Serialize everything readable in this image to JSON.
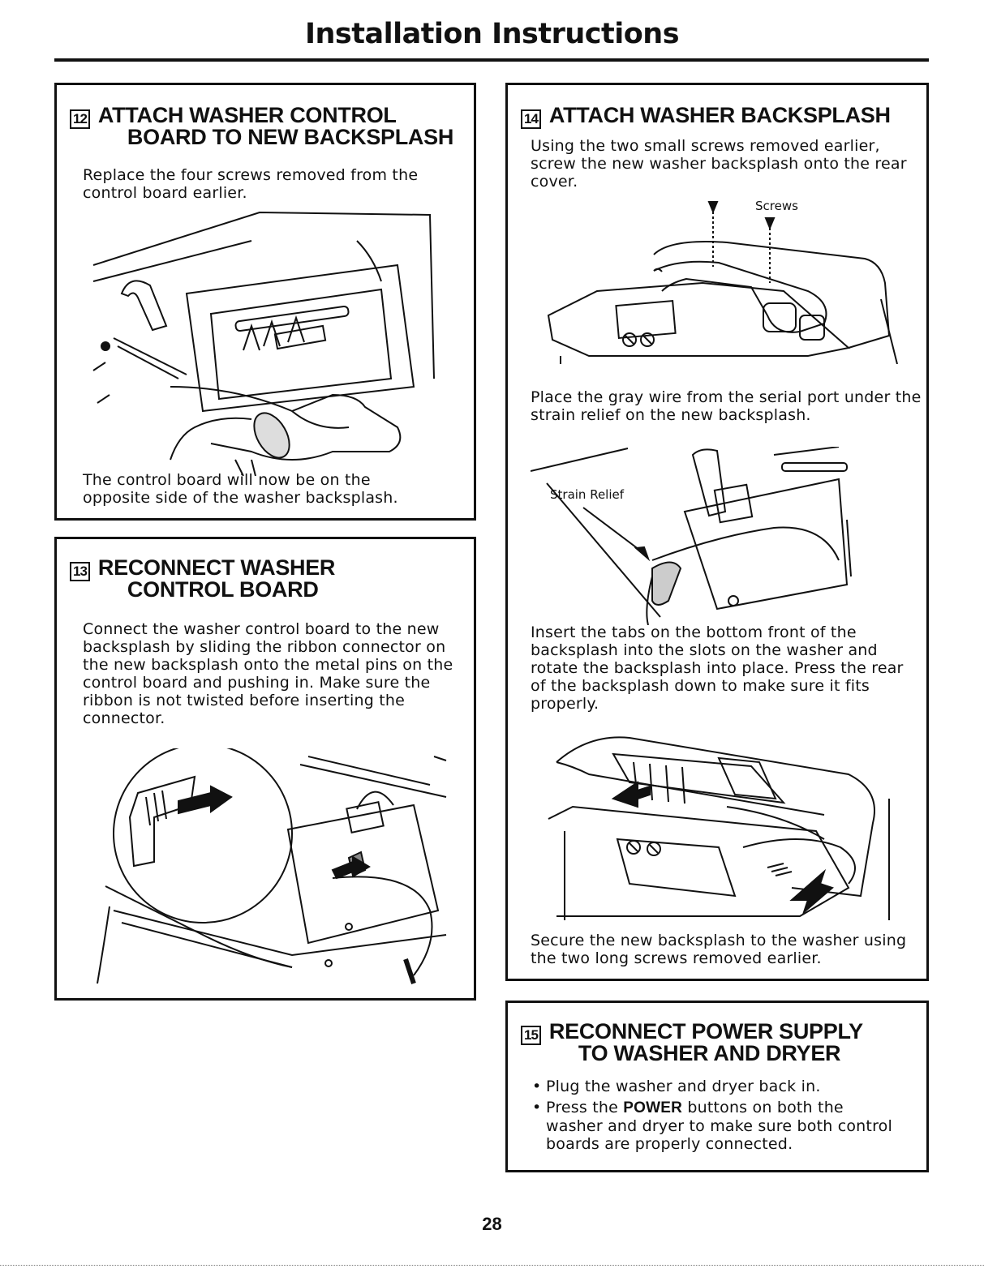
{
  "page": {
    "title": "Installation Instructions",
    "page_number": "28"
  },
  "steps": {
    "s12": {
      "number": "12",
      "title_line1": "ATTACH WASHER CONTROL",
      "title_line2": "BOARD TO NEW BACKSPLASH",
      "text1": "Replace the four screws removed from the control board earlier.",
      "text2": "The control board will now be on the opposite side of the washer backsplash."
    },
    "s13": {
      "number": "13",
      "title_line1": "RECONNECT WASHER",
      "title_line2": "CONTROL BOARD",
      "text1": "Connect the washer control board to the new backsplash by sliding the ribbon connector on the new backsplash onto the metal pins on the control board and pushing in. Make sure the ribbon is not twisted before inserting the connector."
    },
    "s14": {
      "number": "14",
      "title_line1": "ATTACH WASHER BACKSPLASH",
      "text1": "Using the two small screws removed earlier, screw the new washer backsplash onto the rear cover.",
      "label_screws": "Screws",
      "text2": "Place the gray wire from the serial port under the strain relief on the new backsplash.",
      "label_strain": "Strain Relief",
      "text3": "Insert the tabs on the bottom front of the backsplash into the slots on the washer and rotate the backsplash into place. Press the rear of the backsplash down to make sure it fits properly.",
      "text4": "Secure the new backsplash to the washer using the two long screws removed earlier."
    },
    "s15": {
      "number": "15",
      "title_line1": "RECONNECT POWER SUPPLY",
      "title_line2": "TO WASHER AND DRYER",
      "bullet1": "Plug the washer and dryer back in.",
      "bullet2_pre": "Press the",
      "bullet2_bold": "POWER",
      "bullet2_post": "buttons on both the washer and dryer to make sure both control boards are properly connected."
    }
  }
}
